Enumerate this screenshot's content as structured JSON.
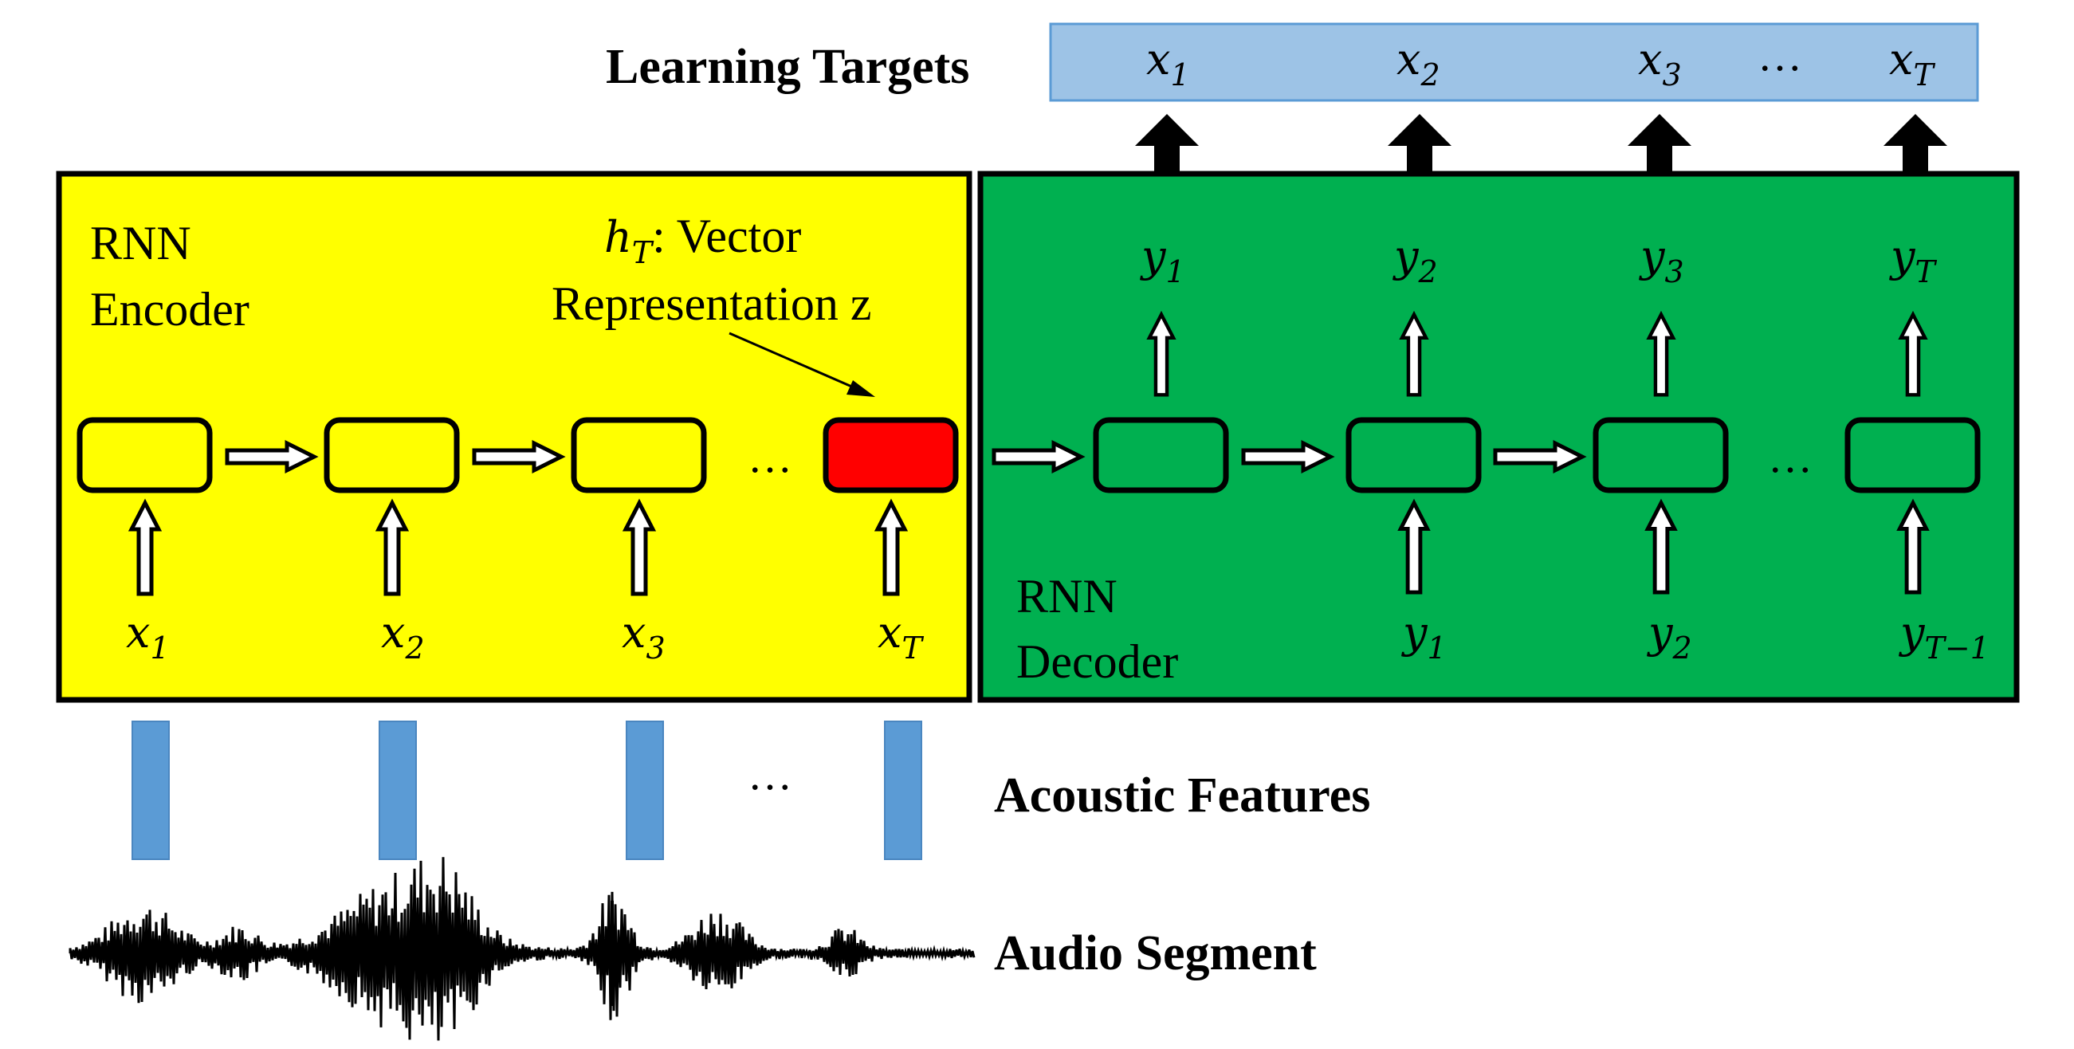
{
  "colors": {
    "encoder_bg": "#FFFF00",
    "decoder_bg": "#00B050",
    "highlight_cell": "#FF0000",
    "targets_bar": "#9DC3E6",
    "feature_bar": "#5B9BD5",
    "stroke": "#000000"
  },
  "labels": {
    "learning_targets": "Learning Targets",
    "acoustic_features": "Acoustic Features",
    "audio_segment": "Audio Segment",
    "encoder_line1": "RNN",
    "encoder_line2": "Encoder",
    "decoder_line1": "RNN",
    "decoder_line2": "Decoder",
    "vector_h": "h",
    "vector_h_sub": "T",
    "vector_line1_rest": ": Vector",
    "vector_line2": "Representation z",
    "ellipsis": "…"
  },
  "targets": [
    {
      "base": "x",
      "sub": "1"
    },
    {
      "base": "x",
      "sub": "2"
    },
    {
      "base": "x",
      "sub": "3"
    },
    {
      "base": "x",
      "sub": "T"
    }
  ],
  "encoder_inputs": [
    {
      "base": "x",
      "sub": "1"
    },
    {
      "base": "x",
      "sub": "2"
    },
    {
      "base": "x",
      "sub": "3"
    },
    {
      "base": "x",
      "sub": "T"
    }
  ],
  "decoder_outputs": [
    {
      "base": "y",
      "sub": "1"
    },
    {
      "base": "y",
      "sub": "2"
    },
    {
      "base": "y",
      "sub": "3"
    },
    {
      "base": "y",
      "sub": "T"
    }
  ],
  "decoder_inputs": [
    {
      "base": "y",
      "sub": "1"
    },
    {
      "base": "y",
      "sub": "2"
    },
    {
      "base": "y",
      "sub": "T−1"
    }
  ]
}
